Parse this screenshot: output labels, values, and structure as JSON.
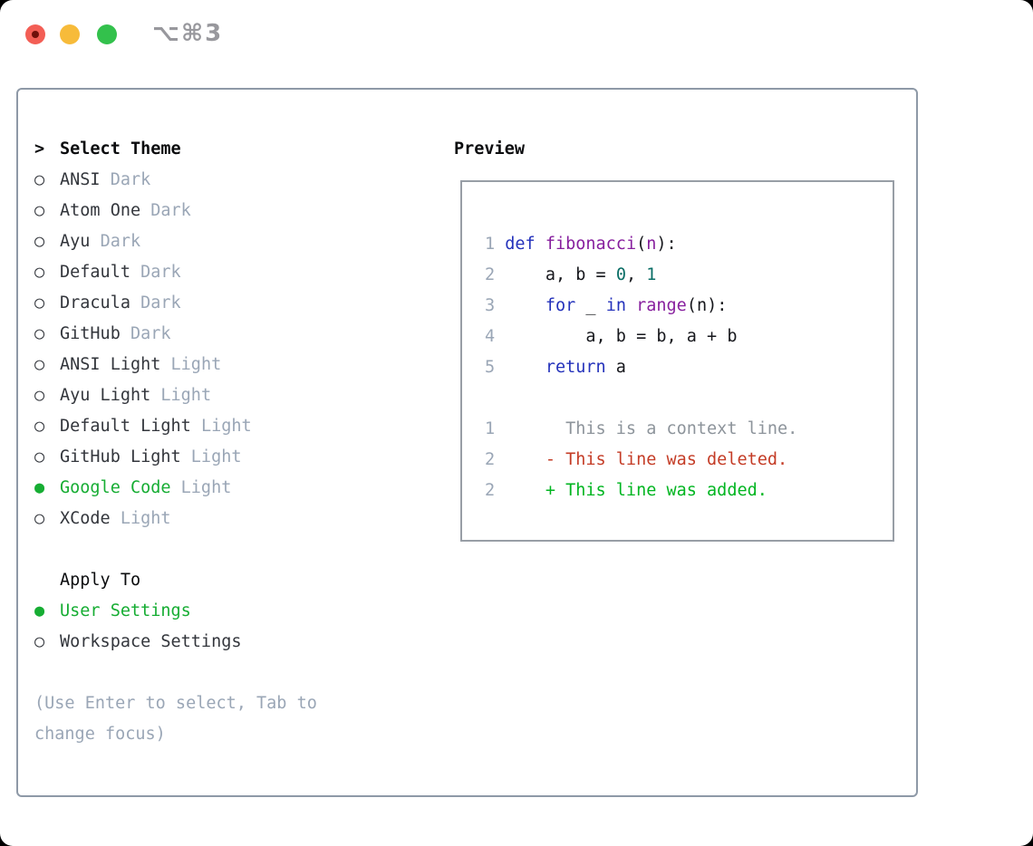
{
  "window": {
    "title_shortcut": "⌥⌘3",
    "traffic_lights": [
      {
        "name": "close",
        "color": "#f35e55"
      },
      {
        "name": "minimize",
        "color": "#f7bb3a"
      },
      {
        "name": "zoom",
        "color": "#33c14c"
      }
    ]
  },
  "theme_list": {
    "header_marker": ">",
    "header_label": "Select Theme",
    "unselected_marker": "○",
    "selected_marker": "●",
    "items": [
      {
        "name": "ANSI",
        "variant": "Dark",
        "selected": false
      },
      {
        "name": "Atom One",
        "variant": "Dark",
        "selected": false
      },
      {
        "name": "Ayu",
        "variant": "Dark",
        "selected": false
      },
      {
        "name": "Default",
        "variant": "Dark",
        "selected": false
      },
      {
        "name": "Dracula",
        "variant": "Dark",
        "selected": false
      },
      {
        "name": "GitHub",
        "variant": "Dark",
        "selected": false
      },
      {
        "name": "ANSI Light",
        "variant": "Light",
        "selected": false
      },
      {
        "name": "Ayu Light",
        "variant": "Light",
        "selected": false
      },
      {
        "name": "Default Light",
        "variant": "Light",
        "selected": false
      },
      {
        "name": "GitHub Light",
        "variant": "Light",
        "selected": false
      },
      {
        "name": "Google Code",
        "variant": "Light",
        "selected": true
      },
      {
        "name": "XCode",
        "variant": "Light",
        "selected": false
      }
    ]
  },
  "apply_to": {
    "label": "Apply To",
    "options": [
      {
        "label": "User Settings",
        "selected": true
      },
      {
        "label": "Workspace Settings",
        "selected": false
      }
    ]
  },
  "help_lines": [
    "(Use Enter to select, Tab to",
    "change focus)"
  ],
  "preview": {
    "label": "Preview",
    "code_lines": [
      {
        "num": "1",
        "tokens": [
          [
            "kw",
            "def"
          ],
          [
            "pl",
            " "
          ],
          [
            "fn",
            "fibonacci"
          ],
          [
            "pl",
            "("
          ],
          [
            "fn",
            "n"
          ],
          [
            "pl",
            "):"
          ]
        ]
      },
      {
        "num": "2",
        "tokens": [
          [
            "pl",
            "    a, b = "
          ],
          [
            "lit",
            "0"
          ],
          [
            "pl",
            ", "
          ],
          [
            "lit",
            "1"
          ]
        ]
      },
      {
        "num": "3",
        "tokens": [
          [
            "pl",
            "    "
          ],
          [
            "kw",
            "for"
          ],
          [
            "pl",
            " _ "
          ],
          [
            "kw",
            "in"
          ],
          [
            "pl",
            " "
          ],
          [
            "fn",
            "range"
          ],
          [
            "pl",
            "(n):"
          ]
        ]
      },
      {
        "num": "4",
        "tokens": [
          [
            "pl",
            "        a, b = b, a + b"
          ]
        ]
      },
      {
        "num": "5",
        "tokens": [
          [
            "pl",
            "    "
          ],
          [
            "kw",
            "return"
          ],
          [
            "pl",
            " a"
          ]
        ]
      }
    ],
    "diff_lines": [
      {
        "num": "1",
        "tokens": [
          [
            "ctx",
            "      This is a context line."
          ]
        ]
      },
      {
        "num": "2",
        "tokens": [
          [
            "del",
            "    - This line was deleted."
          ]
        ]
      },
      {
        "num": "2",
        "tokens": [
          [
            "add",
            "    + This line was added."
          ]
        ]
      }
    ]
  },
  "colors": {
    "accent_green": "#16ad33",
    "keyword_blue": "#2432bb",
    "title_purple": "#871f9e",
    "literal_teal": "#0a6e66",
    "diff_red": "#c43c26",
    "diff_green": "#00b520",
    "muted_gray": "#9aa6b6"
  }
}
